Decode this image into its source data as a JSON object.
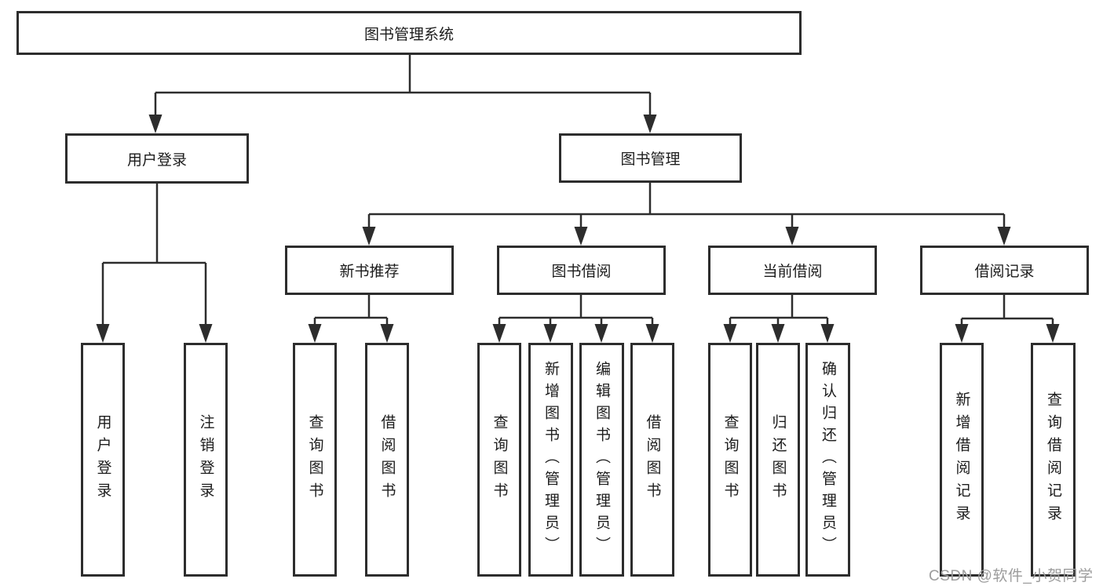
{
  "title": "图书管理系统",
  "level2": {
    "user_login": "用户登录",
    "book_mgmt": "图书管理"
  },
  "level3": {
    "new_book_rec": "新书推荐",
    "book_borrow": "图书借阅",
    "current_borrow": "当前借阅",
    "borrow_records": "借阅记录"
  },
  "leaves": {
    "user_login": [
      "用户登录",
      "注销登录"
    ],
    "new_book_rec": [
      "查询图书",
      "借阅图书"
    ],
    "book_borrow": [
      "查询图书",
      "新增图书（管理员）",
      "编辑图书（管理员）",
      "借阅图书"
    ],
    "current_borrow": [
      "查询图书",
      "归还图书",
      "确认归还（管理员）"
    ],
    "borrow_records": [
      "新增借阅记录",
      "查询借阅记录"
    ]
  },
  "watermark": "CSDN @软件_小贺同学",
  "colors": {
    "line": "#2d2d2d",
    "box_fill": "#ffffff",
    "text": "#1c1c1c",
    "watermark": "#9c9c9c"
  }
}
